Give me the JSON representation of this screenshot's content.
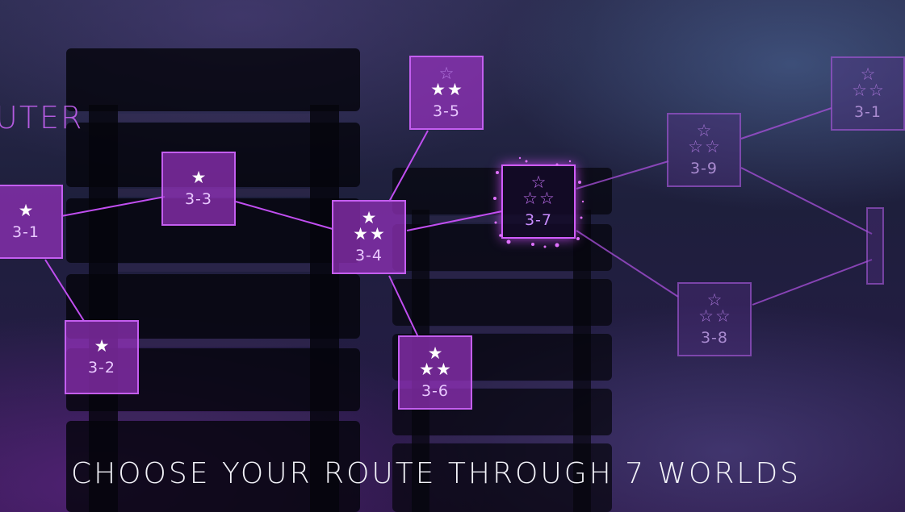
{
  "world_label": "UTER",
  "caption": "CHOOSE YOUR ROUTE THROUGH 7 WORLDS",
  "levels": [
    {
      "id": "3-1",
      "label": "3-1",
      "stars": 1,
      "max_stars": 1,
      "state": "completed"
    },
    {
      "id": "3-2",
      "label": "3-2",
      "stars": 1,
      "max_stars": 1,
      "state": "completed"
    },
    {
      "id": "3-3",
      "label": "3-3",
      "stars": 1,
      "max_stars": 1,
      "state": "completed"
    },
    {
      "id": "3-4",
      "label": "3-4",
      "stars": 3,
      "max_stars": 3,
      "state": "completed"
    },
    {
      "id": "3-5",
      "label": "3-5",
      "stars": 2,
      "max_stars": 3,
      "state": "completed"
    },
    {
      "id": "3-6",
      "label": "3-6",
      "stars": 3,
      "max_stars": 3,
      "state": "completed"
    },
    {
      "id": "3-7",
      "label": "3-7",
      "stars": 0,
      "max_stars": 3,
      "state": "current"
    },
    {
      "id": "3-8",
      "label": "3-8",
      "stars": 0,
      "max_stars": 3,
      "state": "locked"
    },
    {
      "id": "3-9",
      "label": "3-9",
      "stars": 0,
      "max_stars": 3,
      "state": "locked"
    },
    {
      "id": "3-10",
      "label": "3-1",
      "stars": 0,
      "max_stars": 3,
      "state": "locked"
    }
  ],
  "colors": {
    "accent": "#c45ef0",
    "completed_fill": "#9632be",
    "star_on": "#ffffff",
    "caption": "#f2f2f8"
  }
}
